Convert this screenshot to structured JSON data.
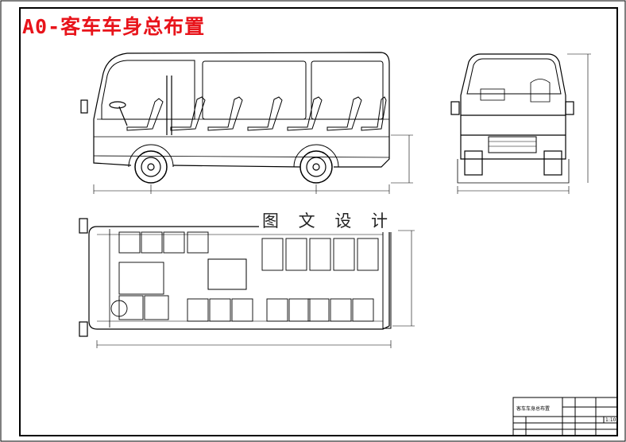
{
  "drawing": {
    "title": "A0-客车车身总布置",
    "watermark": "图 文 设 计",
    "title_block": {
      "name": "客车车身总布置",
      "scale": "1:10"
    }
  }
}
